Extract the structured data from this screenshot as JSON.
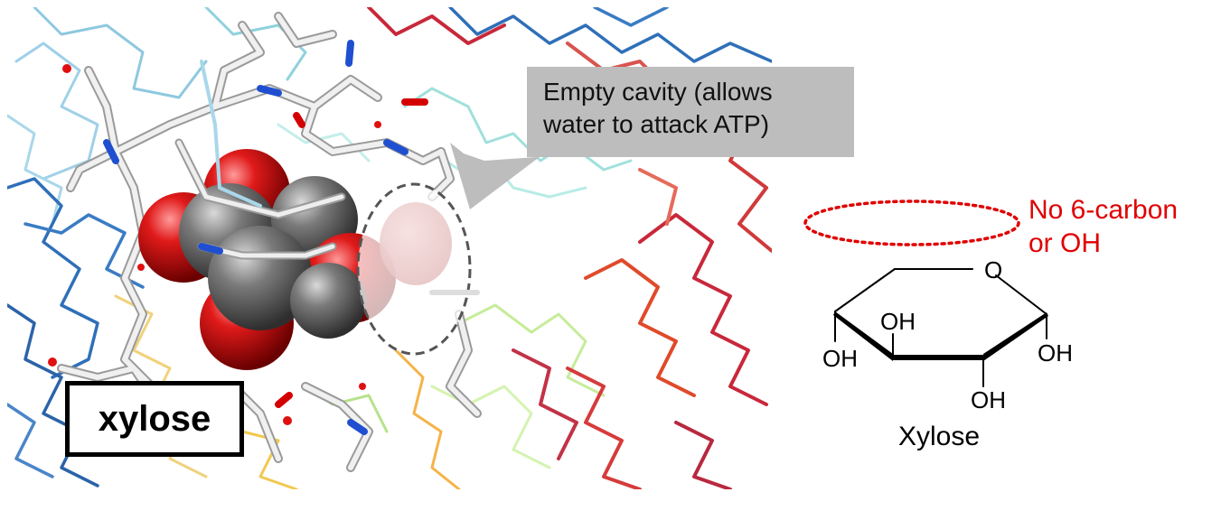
{
  "structure_panel": {
    "label": "xylose",
    "callout_line1": "Empty cavity (allows",
    "callout_line2": "water to attack ATP)"
  },
  "annotation": {
    "line1": "No 6-carbon",
    "line2": "or OH",
    "color": "#e00000"
  },
  "molecule": {
    "name": "Xylose",
    "atoms": {
      "ring_o": "O",
      "oh_top": "OH",
      "oh_left": "OH",
      "oh_right": "OH",
      "oh_bottom": "OH"
    }
  },
  "colors": {
    "oxygen": "#d40000",
    "carbon": "#6b6b6b",
    "nitrogen": "#1f4fd0",
    "backbone_blue": "#2f6fb8",
    "backbone_red": "#c8283a",
    "callout": "#bdbdbd"
  }
}
